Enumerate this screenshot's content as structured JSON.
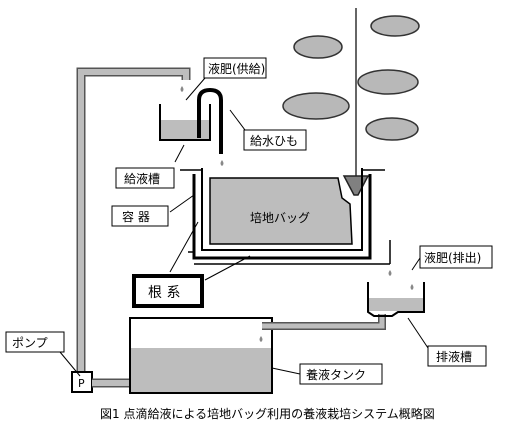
{
  "labels": {
    "supply_fertilizer": "液肥(供給)",
    "wick": "給水ひも",
    "supply_tank": "給液槽",
    "container": "容 器",
    "medium_bag": "培地バッグ",
    "roots": "根 系",
    "drain_fertilizer": "液肥(排出)",
    "drain_tank": "排液槽",
    "pump": "ポンプ",
    "pump_symbol": "P",
    "nutrient_tank": "養液タンク"
  },
  "caption": "図1 点滴給液による培地バッグ利用の養液栽培システム概略図"
}
